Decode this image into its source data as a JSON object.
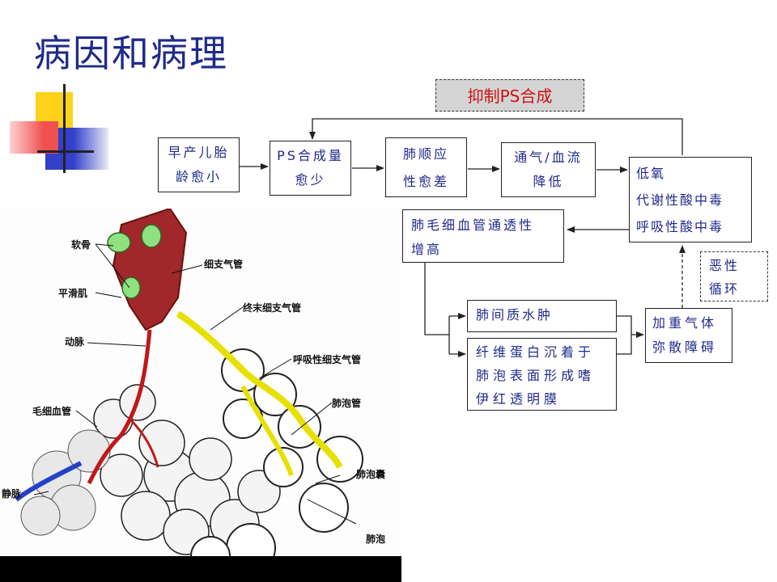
{
  "slide": {
    "title": "病因和病理"
  },
  "flow": {
    "inhibit": "抑制PS合成",
    "premature": [
      "早产儿胎",
      "龄愈小"
    ],
    "ps_less": [
      "PS合成量",
      "愈少"
    ],
    "compliance": [
      "肺顺应",
      "性愈差"
    ],
    "ventilation": [
      "通气/血流",
      "降低"
    ],
    "hypoxia": [
      "低氧",
      "代谢性酸中毒",
      "呼吸性酸中毒"
    ],
    "permeability": [
      "肺毛细血管通透性",
      "增高"
    ],
    "edema": [
      "肺间质水肿"
    ],
    "fibrin": [
      "纤维蛋白沉着于",
      "肺泡表面形成嗜",
      "伊红透明膜"
    ],
    "diffusion": [
      "加重气体",
      "弥散障碍"
    ],
    "vicious": [
      "恶性",
      "循环"
    ]
  },
  "lung_figure": {
    "labels": {
      "cartilage": "软骨",
      "bronchiole": "细支气管",
      "smooth_muscle": "平滑肌",
      "terminal_bronchiole": "终末细支气管",
      "artery": "动脉",
      "respiratory_bronchiole": "呼吸性细支气管",
      "alveolar_duct": "肺泡管",
      "capillary": "毛细血管",
      "alveolar_sac": "肺泡囊",
      "vein": "静脉",
      "alveolus": "肺泡"
    }
  },
  "colors": {
    "title": "#1f2a8a",
    "text": "#1f2a8a",
    "inhibit_text": "#d01010",
    "inhibit_bg": "#d4d4d4",
    "deco_yellow": "#ffd21a",
    "deco_blue": "#3340c8",
    "deco_red": "#f05050"
  }
}
